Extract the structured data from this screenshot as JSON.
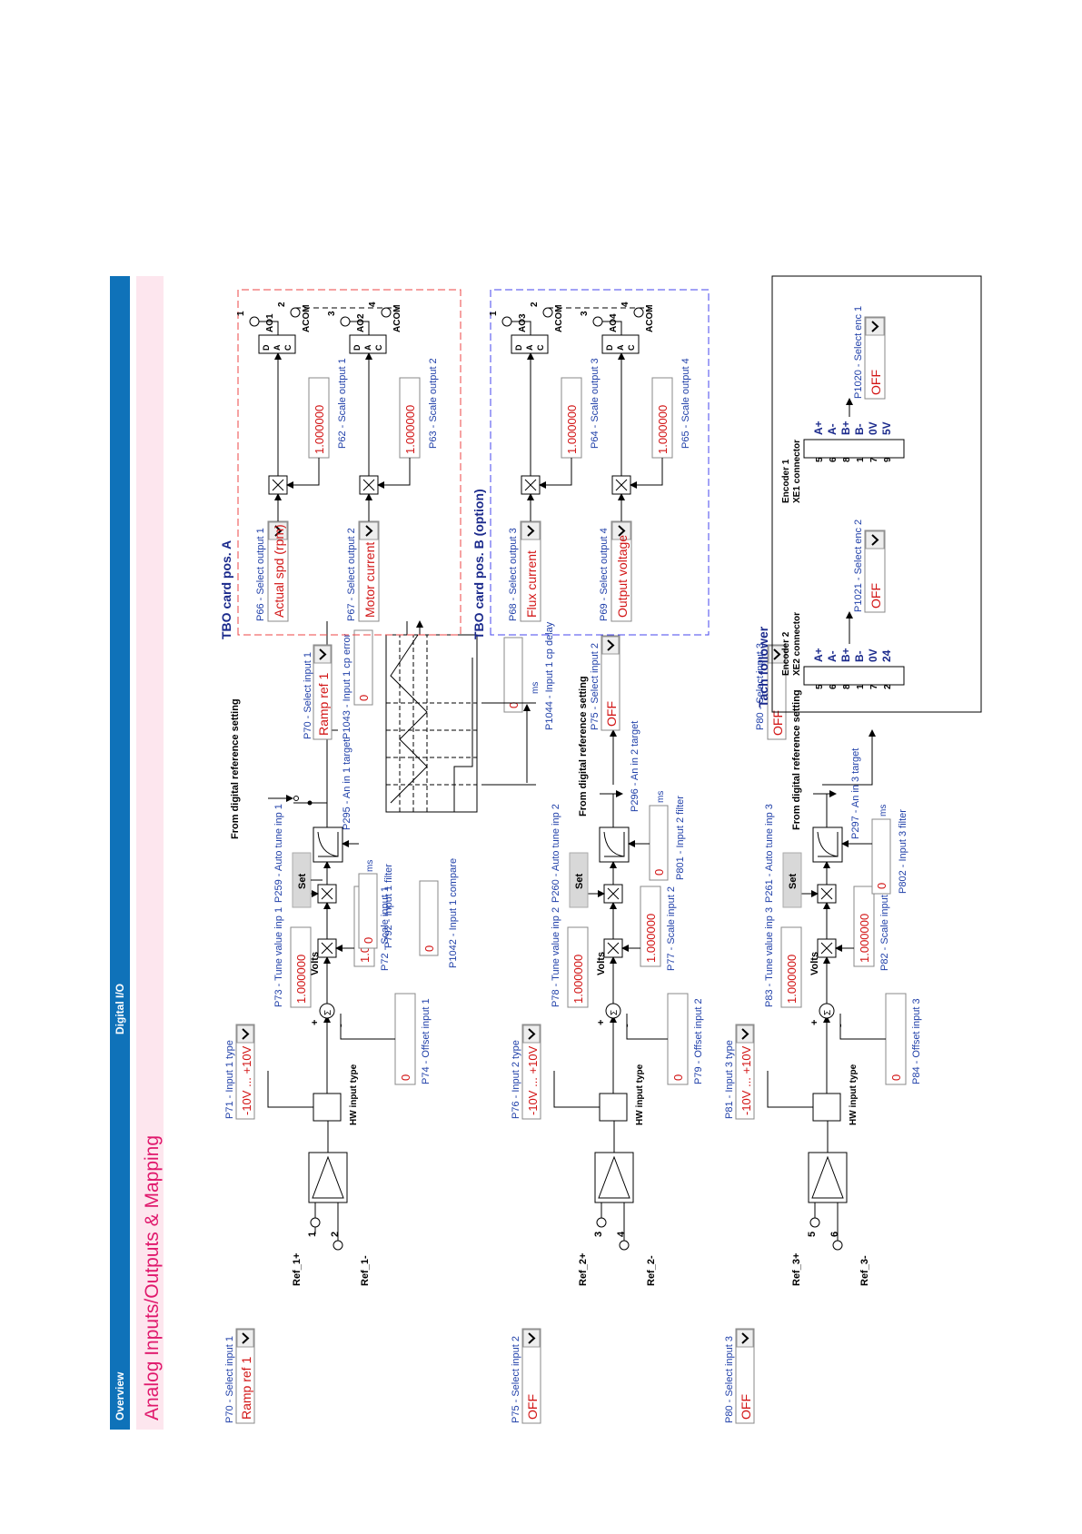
{
  "header": {
    "nav_overview": "Overview",
    "nav_digital_io": "Digital I/O",
    "page_title": "Analog Inputs/Outputs & Mapping"
  },
  "colors": {
    "nav_bar": "#0f72b9",
    "title_band": "#fde6ee",
    "title_text": "#e0186c",
    "param_label": "#1f3fa8",
    "value_red": "#d21414",
    "tbo_a_border": "#ee4444",
    "tbo_b_border": "#4444ee",
    "heading_navy": "#1b2a8c"
  },
  "common": {
    "volts": "Volts",
    "hw_input_type": "HW input type",
    "ms": "ms",
    "set_button": "Set",
    "from_digital_ref": "From digital reference setting"
  },
  "input1": {
    "select_label": "P70 - Select input 1",
    "select_value": "Ramp ref 1",
    "type_label": "P71 - Input 1 type",
    "type_value": "-10V ... +10V",
    "ref_plus": "Ref_1+",
    "ref_minus": "Ref_1-",
    "term_a": "1",
    "term_b": "2",
    "offset_label": "P74 - Offset input 1",
    "offset_value": "0",
    "scale_label": "P72 - Scale input 1",
    "scale_value": "1.000000",
    "tune_label": "P73 - Tune value inp 1",
    "tune_value": "1.000000",
    "autotune_label": "P259 - Auto tune inp 1",
    "filter_label": "P792 - Input 1 filter",
    "filter_value": "0",
    "compare_label": "P1042 - Input 1 compare",
    "compare_value": "0",
    "target_label": "P295 - An in 1 target",
    "select_label_right": "P70 - Select input 1",
    "select_value_right": "Ramp ref 1",
    "cp_error_label": "P1043 - Input 1 cp error",
    "cp_error_value": "0",
    "cp_delay_label": "P1044 - Input 1 cp delay",
    "cp_delay_value": "0"
  },
  "input2": {
    "select_label": "P75 - Select input 2",
    "select_value": "OFF",
    "type_label": "P76 - Input 2 type",
    "type_value": "-10V ... +10V",
    "ref_plus": "Ref_2+",
    "ref_minus": "Ref_2-",
    "term_a": "3",
    "term_b": "4",
    "offset_label": "P79 - Offset input 2",
    "offset_value": "0",
    "scale_label": "P77 - Scale input 2",
    "scale_value": "1.000000",
    "tune_label": "P78 - Tune value inp 2",
    "tune_value": "1.000000",
    "autotune_label": "P260 - Auto tune inp 2",
    "filter_label": "P801 - Input 2 filter",
    "filter_value": "0",
    "target_label": "P296 - An in 2 target",
    "select_label_right": "P75 - Select input 2",
    "select_value_right": "OFF"
  },
  "input3": {
    "select_label": "P80 - Select input 3",
    "select_value": "OFF",
    "type_label": "P81 - Input 3 type",
    "type_value": "-10V ... +10V",
    "ref_plus": "Ref_3+",
    "ref_minus": "Ref_3-",
    "term_a": "5",
    "term_b": "6",
    "offset_label": "P84 - Offset input 3",
    "offset_value": "0",
    "scale_label": "P82 - Scale input 3",
    "scale_value": "1.000000",
    "tune_label": "P83 - Tune value inp 3",
    "tune_value": "1.000000",
    "autotune_label": "P261 - Auto tune inp 3",
    "filter_label": "P802 - Input 3 filter",
    "filter_value": "0",
    "target_label": "P297 - An in 3 target",
    "select_label_right": "P80 - Select input 3",
    "select_value_right": "OFF"
  },
  "tbo_a": {
    "title": "TBO card pos. A",
    "out1_label": "P66 - Select output 1",
    "out1_value": "Actual spd (rpm)",
    "scale1_label": "P62 - Scale output 1",
    "scale1_value": "1.000000",
    "out2_label": "P67 - Select output 2",
    "out2_value": "Motor current",
    "scale2_label": "P63 - Scale output 2",
    "scale2_value": "1.000000",
    "ao1": "AO1",
    "ao2": "AO2",
    "acom": "ACOM",
    "t1": "1",
    "t2": "2",
    "t3": "3",
    "t4": "4"
  },
  "tbo_b": {
    "title": "TBO card pos. B (option)",
    "out3_label": "P68 - Select output 3",
    "out3_value": "Flux current",
    "scale3_label": "P64 - Scale output 3",
    "scale3_value": "1.000000",
    "out4_label": "P69 - Select output 4",
    "out4_value": "Output voltage",
    "scale4_label": "P65 - Scale output 4",
    "scale4_value": "1.000000",
    "ao3": "AO3",
    "ao4": "AO4",
    "acom": "ACOM",
    "t1": "1",
    "t2": "2",
    "t3": "3",
    "t4": "4"
  },
  "tach": {
    "title": "Tach follower",
    "enc2_title": "Encoder 2",
    "enc2_conn": "XE2 connector",
    "enc1_title": "Encoder 1",
    "enc1_conn": "XE1 connector",
    "enc2_select_label": "P1021 - Select enc 2",
    "enc2_select_value": "OFF",
    "enc1_select_label": "P1020 - Select enc 1",
    "enc1_select_value": "OFF",
    "enc2_pins": [
      {
        "num": "5",
        "sig": "A+"
      },
      {
        "num": "6",
        "sig": "A-"
      },
      {
        "num": "8",
        "sig": "B+"
      },
      {
        "num": "1",
        "sig": "B-"
      },
      {
        "num": "7",
        "sig": "0V"
      },
      {
        "num": "2",
        "sig": "24"
      }
    ],
    "enc1_pins": [
      {
        "num": "5",
        "sig": "A+"
      },
      {
        "num": "6",
        "sig": "A-"
      },
      {
        "num": "8",
        "sig": "B+"
      },
      {
        "num": "1",
        "sig": "B-"
      },
      {
        "num": "7",
        "sig": "0V"
      },
      {
        "num": "9",
        "sig": "5V"
      }
    ]
  }
}
